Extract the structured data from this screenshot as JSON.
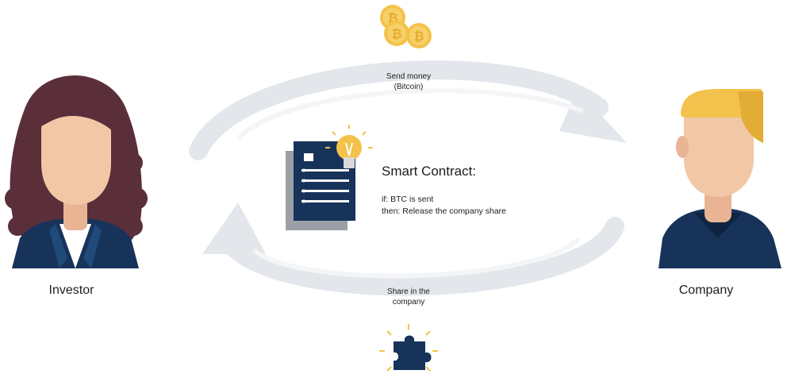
{
  "investor": {
    "label": "Investor"
  },
  "company": {
    "label": "Company"
  },
  "top_flow": {
    "line1": "Send money",
    "line2": "(Bitcoin)",
    "icon": "bitcoin-coins-icon"
  },
  "bottom_flow": {
    "line1": "Share in the",
    "line2": "company",
    "icon": "puzzle-piece-icon"
  },
  "contract": {
    "title": "Smart Contract:",
    "condition": "if: BTC is sent",
    "action": "then: Release the company share",
    "icon": "contract-document-icon"
  },
  "colors": {
    "navy": "#17335a",
    "coin": "#f4c24a",
    "hair_investor": "#5a2f3a",
    "hair_company": "#f2c24c",
    "skin": "#f2c7a5",
    "arrow": "#e3e6eb"
  }
}
